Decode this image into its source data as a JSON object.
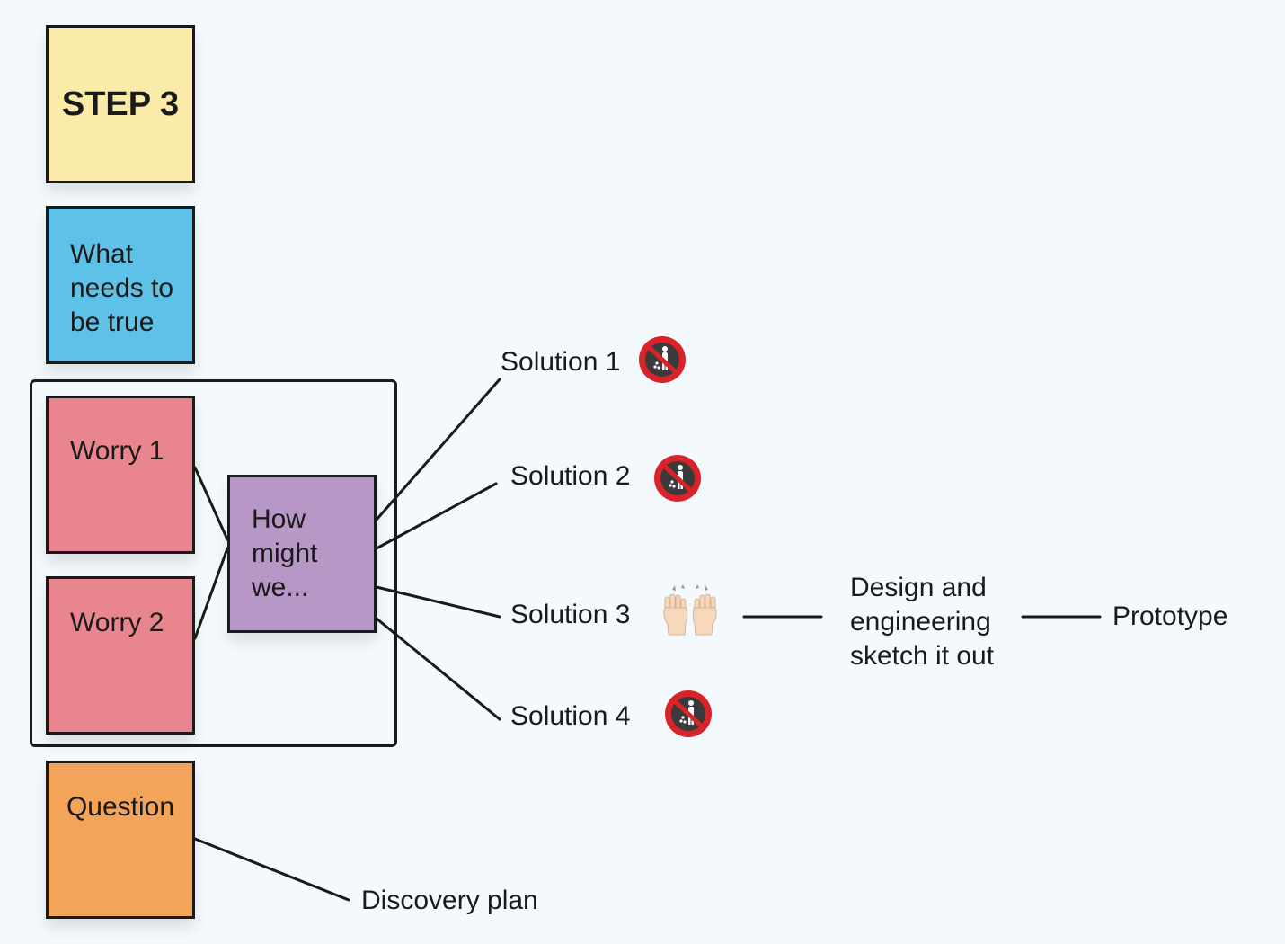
{
  "stickies": {
    "step": "STEP 3",
    "truth": "What\nneeds to\nbe true",
    "worry1": "Worry 1",
    "worry2": "Worry 2",
    "hmw": "How\nmight\nwe...",
    "question": "Question"
  },
  "solutions": [
    {
      "label": "Solution 1",
      "icon": "no-littering-icon"
    },
    {
      "label": "Solution 2",
      "icon": "no-littering-icon"
    },
    {
      "label": "Solution 3",
      "icon": "raising-hands-icon"
    },
    {
      "label": "Solution 4",
      "icon": "no-littering-icon"
    }
  ],
  "flow": {
    "design": "Design and\nengineering\nsketch it out",
    "prototype": "Prototype"
  },
  "discovery": "Discovery plan",
  "colors": {
    "background": "#f3f9fc",
    "step": "#fbeba9",
    "truth": "#5ec1e8",
    "worry": "#e8858e",
    "hmw": "#b697c6",
    "question": "#f2a45a",
    "no_sign": "#d8232a"
  }
}
